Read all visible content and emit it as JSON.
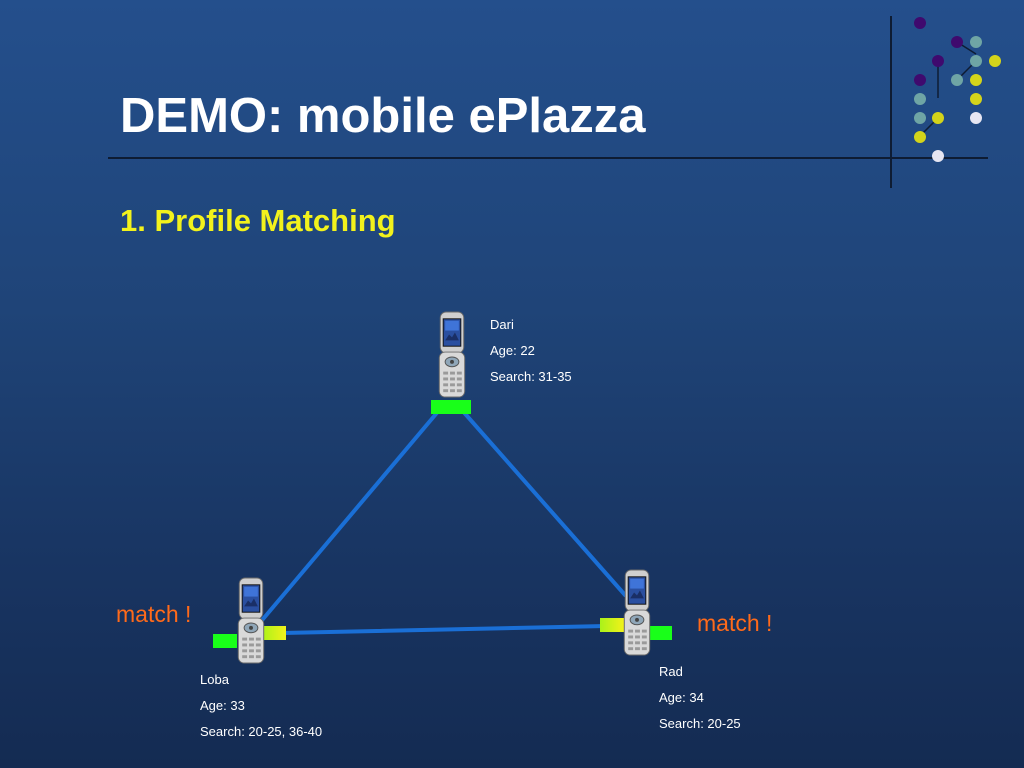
{
  "slide": {
    "title": "DEMO: mobile ePlazza",
    "subtitle": "1. Profile Matching"
  },
  "colors": {
    "background_top": "#244f8c",
    "background_bottom": "#142b52",
    "title": "#ffffff",
    "subtitle": "#f2f21c",
    "connection_line": "#1a6fd6",
    "match_text": "#ff6a1a",
    "node_green": "#19ff19",
    "node_yellow": "#e6f21a",
    "dot_purple": "#3f0a6e",
    "dot_teal": "#6fa5a5",
    "dot_yellow": "#d4d41a",
    "dot_white": "#e6e6f2"
  },
  "users": {
    "dari": {
      "name": "Dari",
      "age": "Age: 22",
      "search": "Search: 31-35"
    },
    "loba": {
      "name": "Loba",
      "age": "Age: 33",
      "search": "Search: 20-25, 36-40"
    },
    "rad": {
      "name": "Rad",
      "age": "Age: 34",
      "search": "Search: 20-25"
    }
  },
  "matches": {
    "left": "match !",
    "right": "match !"
  },
  "icons": [
    "mobile-phone-icon"
  ]
}
